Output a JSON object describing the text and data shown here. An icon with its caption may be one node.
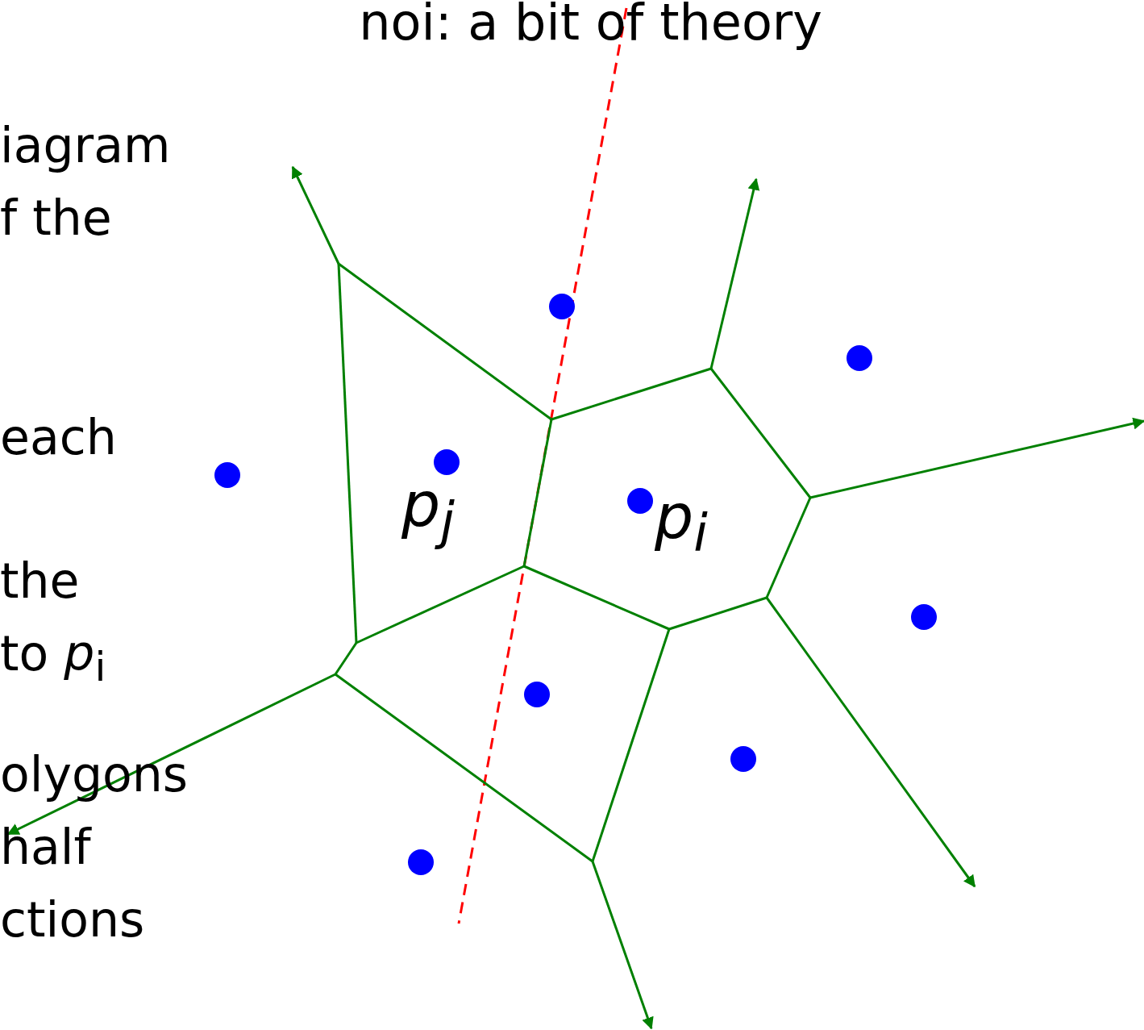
{
  "diagram": {
    "title": "noi: a bit of theory",
    "labels": [
      "iagram",
      "f the",
      "each",
      "the",
      "to *p*$_{i}$",
      "olygons",
      "half",
      "ctions",
      "p$_{j}$",
      "p$_{i}$"
    ]
  }
}
